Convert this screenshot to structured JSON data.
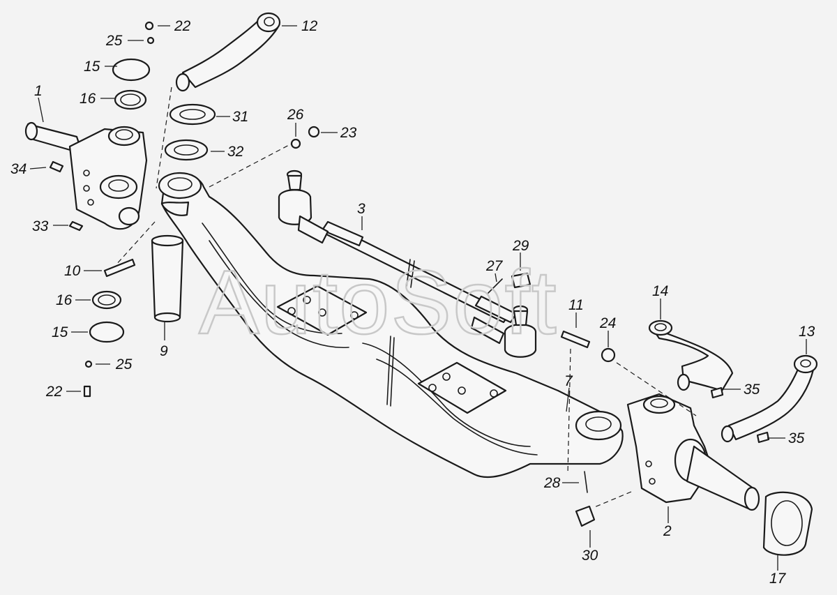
{
  "watermark": "AutoSoft",
  "callouts": [
    {
      "id": "c1",
      "label": "1"
    },
    {
      "id": "c2",
      "label": "2"
    },
    {
      "id": "c3",
      "label": "3"
    },
    {
      "id": "c7",
      "label": "7"
    },
    {
      "id": "c9",
      "label": "9"
    },
    {
      "id": "c10",
      "label": "10"
    },
    {
      "id": "c11",
      "label": "11"
    },
    {
      "id": "c12",
      "label": "12"
    },
    {
      "id": "c13",
      "label": "13"
    },
    {
      "id": "c14",
      "label": "14"
    },
    {
      "id": "c15a",
      "label": "15"
    },
    {
      "id": "c15b",
      "label": "15"
    },
    {
      "id": "c16a",
      "label": "16"
    },
    {
      "id": "c16b",
      "label": "16"
    },
    {
      "id": "c17",
      "label": "17"
    },
    {
      "id": "c22a",
      "label": "22"
    },
    {
      "id": "c22b",
      "label": "22"
    },
    {
      "id": "c23",
      "label": "23"
    },
    {
      "id": "c24",
      "label": "24"
    },
    {
      "id": "c25a",
      "label": "25"
    },
    {
      "id": "c25b",
      "label": "25"
    },
    {
      "id": "c26",
      "label": "26"
    },
    {
      "id": "c27",
      "label": "27"
    },
    {
      "id": "c28",
      "label": "28"
    },
    {
      "id": "c29",
      "label": "29"
    },
    {
      "id": "c30",
      "label": "30"
    },
    {
      "id": "c31",
      "label": "31"
    },
    {
      "id": "c32",
      "label": "32"
    },
    {
      "id": "c33",
      "label": "33"
    },
    {
      "id": "c34",
      "label": "34"
    },
    {
      "id": "c35a",
      "label": "35"
    },
    {
      "id": "c35b",
      "label": "35"
    }
  ]
}
